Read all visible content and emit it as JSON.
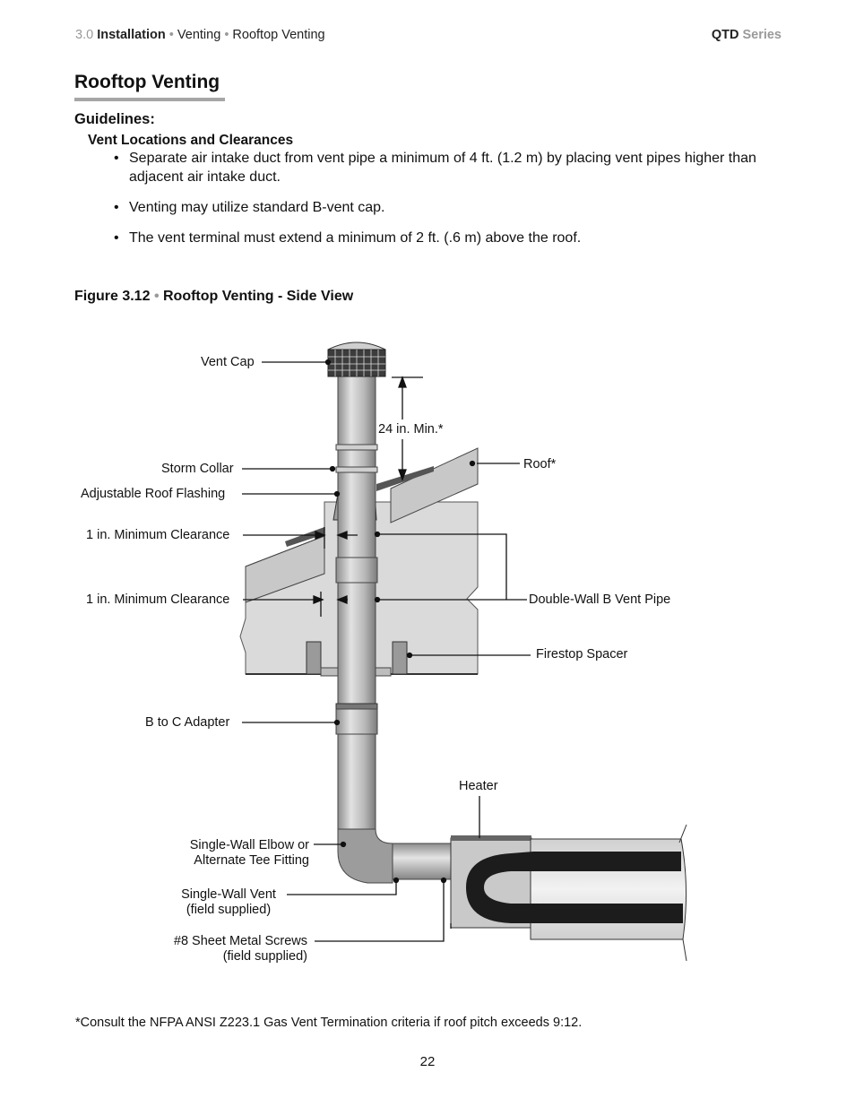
{
  "header": {
    "section_number": "3.0",
    "section_name": "Installation",
    "crumb_sep": "•",
    "crumb_1": "Venting",
    "crumb_2": "Rooftop Venting",
    "series_name": "QTD",
    "series_word": "Series"
  },
  "title": "Rooftop Venting",
  "guidelines_heading": "Guidelines:",
  "subheading": "Vent Locations and Clearances",
  "bullet_char": "•",
  "bullets": [
    "Separate air intake duct from vent pipe a minimum of 4 ft. (1.2 m) by placing vent pipes higher than adjacent air intake duct.",
    "Venting may utilize standard B-vent cap.",
    "The vent terminal must extend a minimum of 2 ft. (.6 m) above the roof."
  ],
  "figure": {
    "number": "Figure 3.12",
    "sep": "•",
    "title": "Rooftop Venting - Side View",
    "labels": {
      "vent_cap": "Vent Cap",
      "min_24": "24 in. Min.*",
      "roof": "Roof*",
      "storm_collar": "Storm Collar",
      "roof_flashing": "Adjustable Roof Flashing",
      "clearance_1": "1 in. Minimum Clearance",
      "clearance_2": "1 in. Minimum Clearance",
      "b_vent_pipe": "Double-Wall B Vent Pipe",
      "firestop": "Firestop Spacer",
      "b_to_c": "B to C Adapter",
      "heater": "Heater",
      "elbow_1": "Single-Wall Elbow or",
      "elbow_2": "Alternate Tee Fitting",
      "vent_1": "Single-Wall Vent",
      "vent_2": "(field supplied)",
      "screws_1": "#8 Sheet Metal Screws",
      "screws_2": "(field supplied)"
    }
  },
  "footnote": "*Consult the NFPA ANSI Z223.1 Gas Vent Termination criteria if roof pitch exceeds 9:12.",
  "page_number": "22"
}
